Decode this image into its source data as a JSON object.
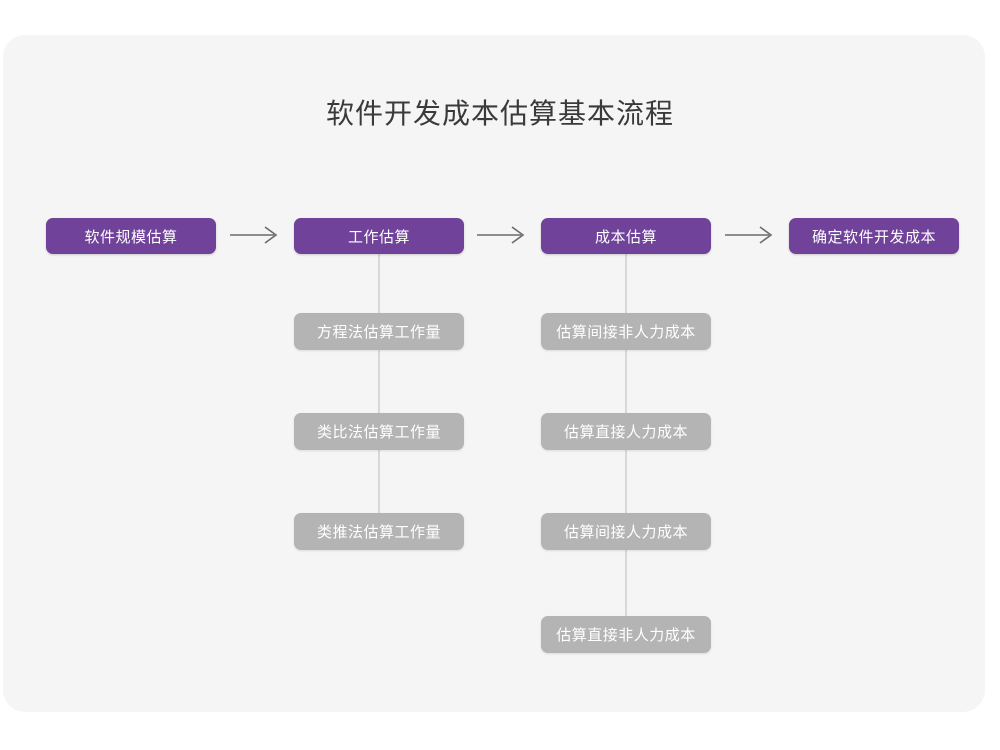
{
  "card": {
    "background_color": "#f5f5f5",
    "page_background": "#ffffff"
  },
  "title": "软件开发成本估算基本流程",
  "colors": {
    "primary": "#70429a",
    "secondary": "#b4b4b4",
    "connector": "#d8d8d8",
    "arrow": "#6b6b6b",
    "title_text": "#3a3a3a",
    "node_text": "#ffffff"
  },
  "flow": {
    "main_steps": [
      {
        "id": "scale",
        "label": "软件规模估算"
      },
      {
        "id": "effort",
        "label": "工作估算"
      },
      {
        "id": "cost",
        "label": "成本估算"
      },
      {
        "id": "final",
        "label": "确定软件开发成本"
      }
    ],
    "arrows": [
      {
        "id": "arrow-1",
        "glyph": "→"
      },
      {
        "id": "arrow-2",
        "glyph": "→"
      },
      {
        "id": "arrow-3",
        "glyph": "→"
      }
    ],
    "branches": {
      "effort": [
        "方程法估算工作量",
        "类比法估算工作量",
        "类推法估算工作量"
      ],
      "cost": [
        "估算间接非人力成本",
        "估算直接人力成本",
        "估算间接人力成本",
        "估算直接非人力成本"
      ]
    }
  }
}
